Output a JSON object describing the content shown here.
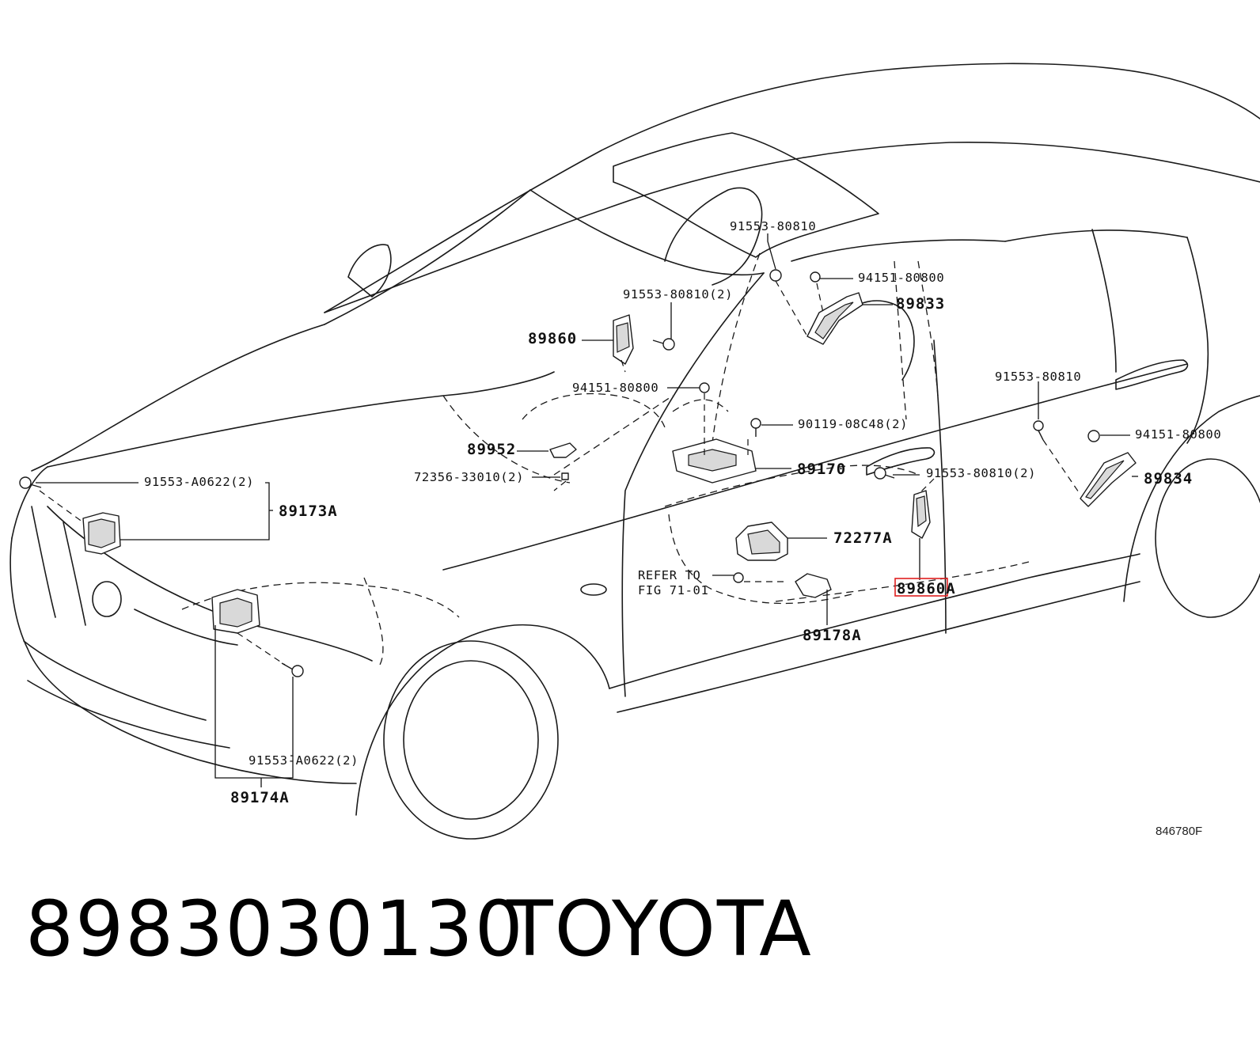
{
  "diagram": {
    "labels": {
      "b9155380810_top": "91553-80810",
      "n9415180800_top": "94151-80800",
      "p89833": "89833",
      "b9155380810_2_left": "91553-80810(2)",
      "p89860": "89860",
      "n9415180800_mid": "94151-80800",
      "b9011908c48": "90119-08C48(2)",
      "b9155380810_right": "91553-80810",
      "n9415180800_right": "94151-80800",
      "p89952": "89952",
      "c7235633010": "72356-33010(2)",
      "p89170": "89170",
      "b9155380810_2_right": "91553-80810(2)",
      "p89834": "89834",
      "b91553a0622_top": "91553-A0622(2)",
      "p89173a": "89173A",
      "p72277a": "72277A",
      "refer_line1": "REFER TO",
      "refer_line2": "FIG 71-01",
      "p89860a": "89860A",
      "p89178a": "89178A",
      "b91553a0622_bottom": "91553-A0622(2)",
      "p89174a": "89174A",
      "figure_code": "846780F"
    }
  },
  "footer": {
    "part_number": "8983030130",
    "brand": "TOYOTA"
  },
  "colors": {
    "highlight": "#e02020",
    "line": "#1a1a1a"
  }
}
